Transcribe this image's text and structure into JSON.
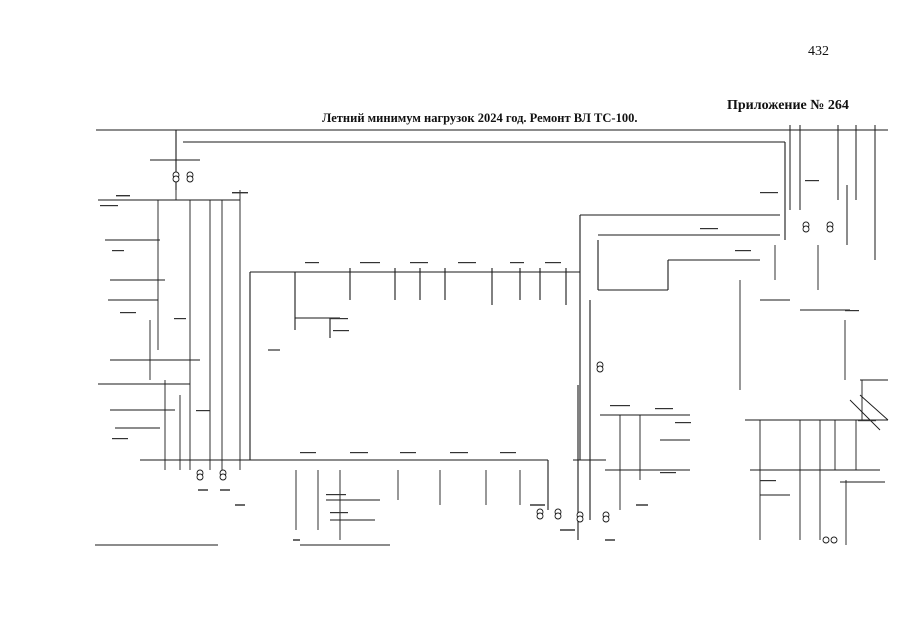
{
  "page": {
    "number": "432",
    "appendix": "Приложение № 264",
    "title": "Летний минимум нагрузок 2024 год. Ремонт ВЛ ТС-100."
  },
  "colors": {
    "ink": "#111111",
    "line": "#1a1a1a",
    "paper": "#ffffff"
  }
}
